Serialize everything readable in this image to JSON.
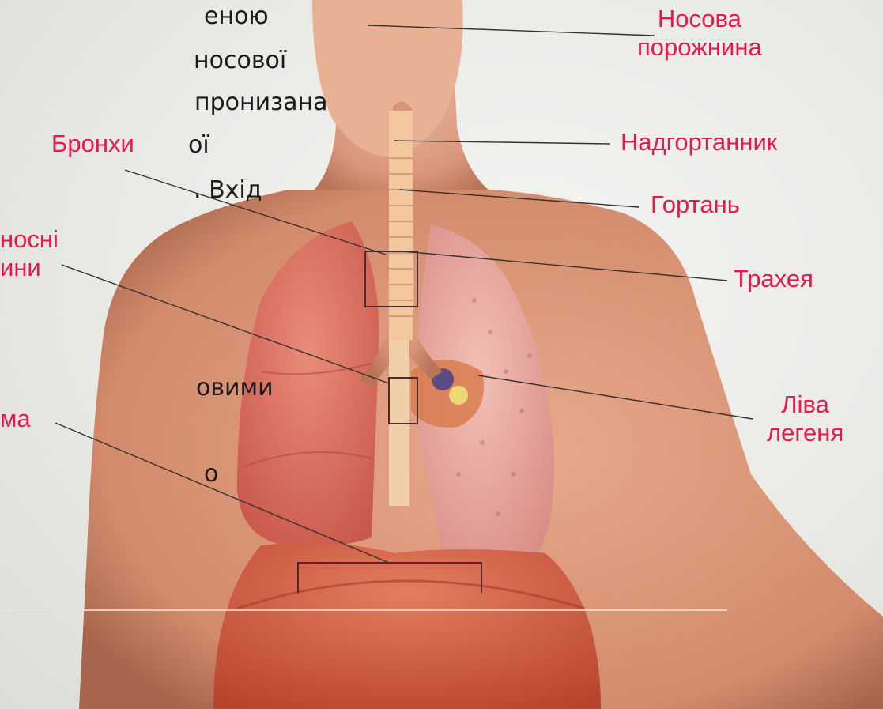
{
  "slide_text": {
    "lines": [
      "еною",
      "носової",
      "пронизана",
      "ої",
      ". Вхід",
      "овими",
      "о"
    ]
  },
  "labels": {
    "nasal_cavity": "Носова\nпорожнина",
    "epiglottis": "Надгортанник",
    "larynx": "Гортань",
    "trachea": "Трахея",
    "left_lung": "Ліва\nлегеня",
    "bronchi": "Бронхи",
    "bronchial_branches_partial": "носні\nини",
    "diaphragm_partial": "ма"
  },
  "colors": {
    "label": "#e41b4a",
    "text": "#1a1a1a",
    "leader_line": "#3a3030",
    "skin": "#e2a587",
    "lung": "#e07a6a",
    "trachea": "#f1c49a"
  }
}
